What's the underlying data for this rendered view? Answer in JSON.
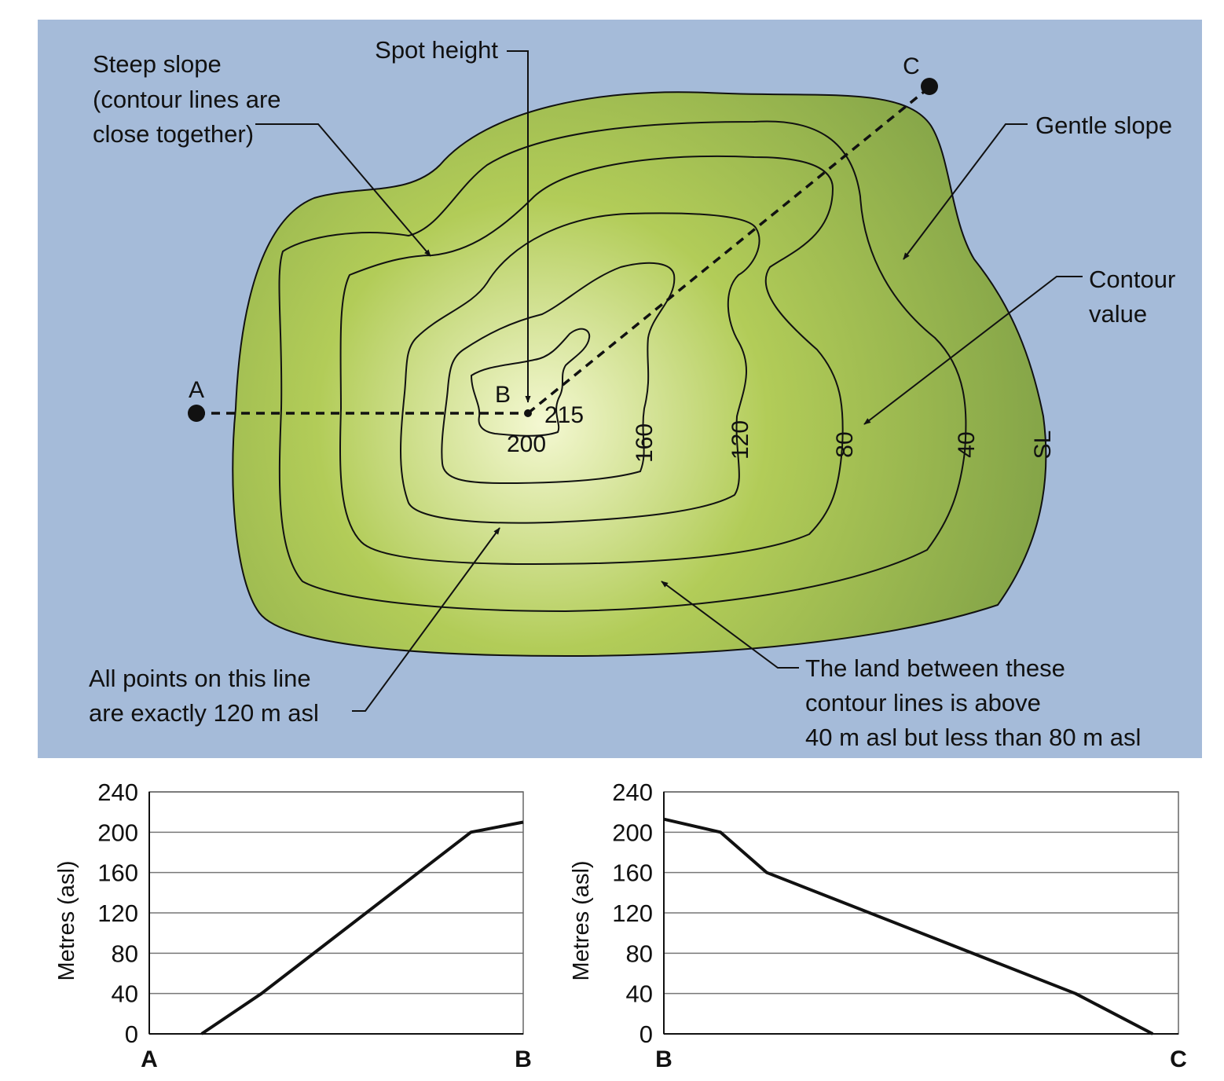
{
  "map": {
    "colors": {
      "sea": "#a5bbd9",
      "land_light": "#f4f8d2",
      "land_mid": "#b2cc58",
      "land_dark": "#6e9140",
      "line": "#111111"
    },
    "points": {
      "a": "A",
      "b": "B",
      "c": "C"
    },
    "spot_height_value": "215",
    "contour_labels": {
      "c200": "200",
      "c160": "160",
      "c120": "120",
      "c80": "80",
      "c40": "40",
      "sea_level": "SL"
    },
    "callouts": {
      "spot_height": "Spot height",
      "steep_slope": [
        "Steep slope",
        "(contour lines are",
        "close together)"
      ],
      "gentle_slope": "Gentle slope",
      "contour_value": [
        "Contour",
        "value"
      ],
      "all_points": [
        "All points on this line",
        "are exactly 120 m asl"
      ],
      "land_between": [
        "The land between these",
        "contour lines is above",
        "40 m asl but less than 80 m asl"
      ]
    }
  },
  "chart_data": [
    {
      "type": "line",
      "ylabel": "Metres (asl)",
      "x_start_label": "A",
      "x_end_label": "B",
      "ylim": [
        0,
        240
      ],
      "yticks": [
        0,
        40,
        80,
        120,
        160,
        200,
        240
      ],
      "xlim": [
        0,
        1
      ],
      "grid": true,
      "series": [
        {
          "x": [
            0.14,
            0.3,
            0.86,
            1.0
          ],
          "y": [
            0,
            40,
            200,
            210
          ]
        }
      ]
    },
    {
      "type": "line",
      "ylabel": "Metres (asl)",
      "x_start_label": "B",
      "x_end_label": "C",
      "ylim": [
        0,
        240
      ],
      "yticks": [
        0,
        40,
        80,
        120,
        160,
        200,
        240
      ],
      "xlim": [
        0,
        1
      ],
      "grid": true,
      "series": [
        {
          "x": [
            0.0,
            0.11,
            0.2,
            0.8,
            0.95
          ],
          "y": [
            213,
            200,
            160,
            40,
            0
          ]
        }
      ]
    }
  ]
}
